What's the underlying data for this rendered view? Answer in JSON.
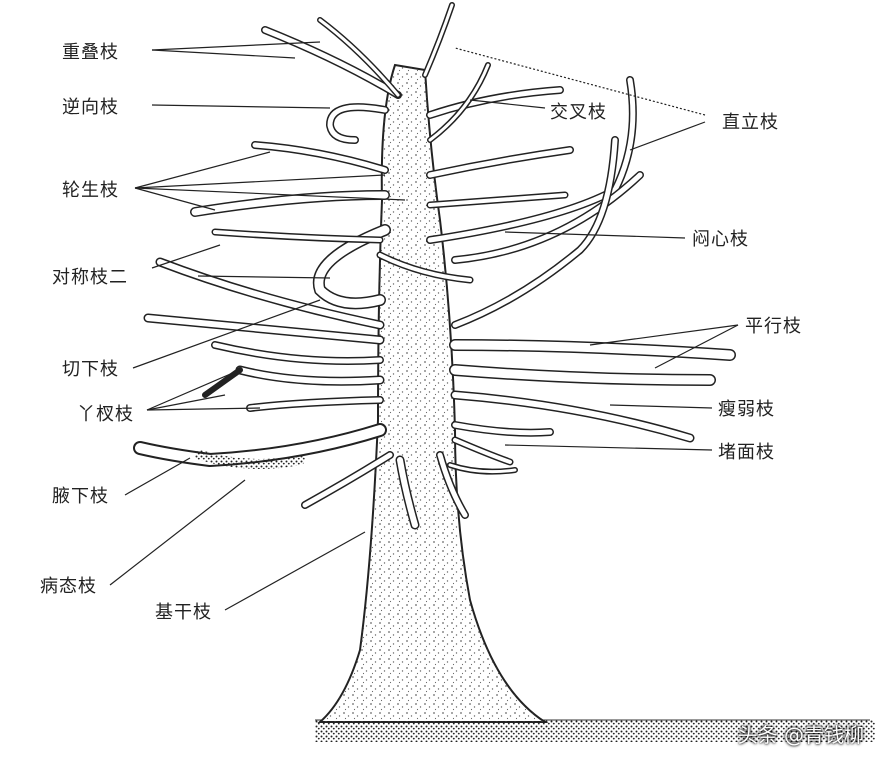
{
  "diagram": {
    "labels": {
      "overlapping": "重叠枝",
      "reverse": "逆向枝",
      "whorl": "轮生枝",
      "symmetric": "对称枝二",
      "cut_lower": "切下枝",
      "forked": "丫杈枝",
      "armpit": "腋下枝",
      "diseased": "病态枝",
      "base_trunk": "基干枝",
      "crossing": "交叉枝",
      "upright": "直立枝",
      "inward": "闷心枝",
      "parallel": "平行枝",
      "weak": "瘦弱枝",
      "blocking": "堵面枝"
    },
    "watermark": "头条 @青钱柳",
    "colors": {
      "ink": "#222222",
      "trunk_fill": "#ffffff",
      "stipple": "#444444"
    }
  }
}
